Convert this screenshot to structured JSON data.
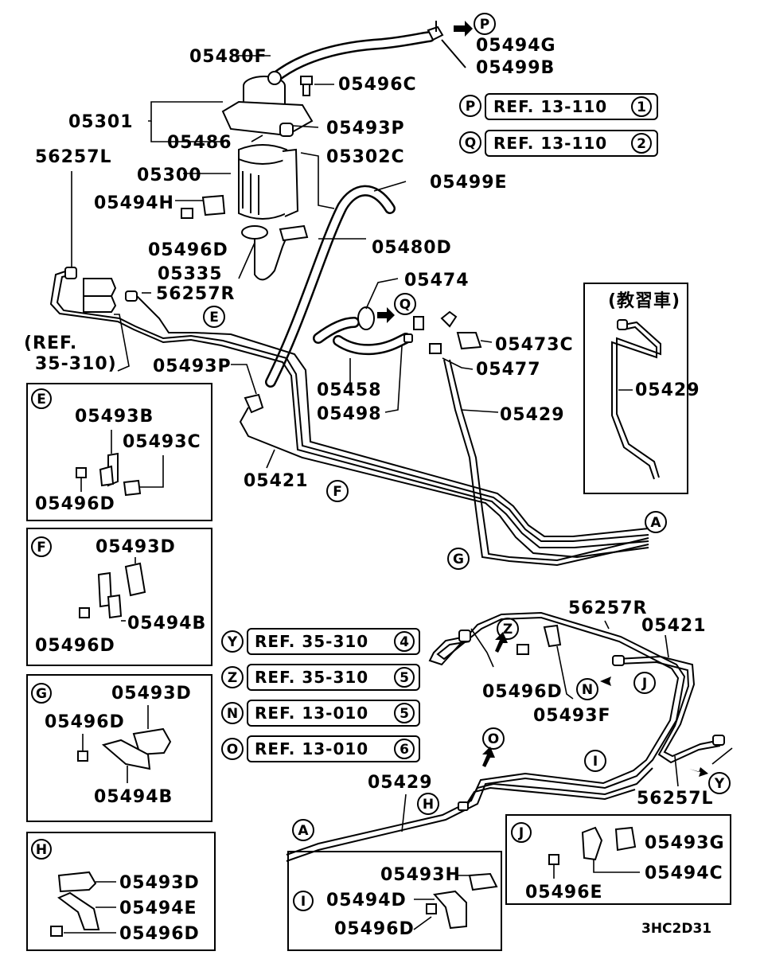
{
  "labels": {
    "p05480F": "05480F",
    "p05494G": "05494G",
    "p05499B": "05499B",
    "p05496C": "05496C",
    "p05301": "05301",
    "p05493P_top": "05493P",
    "p05486": "05486",
    "p05302C": "05302C",
    "p56257L_top": "56257L",
    "p05300": "05300",
    "p05499E": "05499E",
    "p05494H": "05494H",
    "p05496D_top": "05496D",
    "p05480D": "05480D",
    "p05335": "05335",
    "p56257R_top": "56257R",
    "p05474": "05474",
    "p05473C": "05473C",
    "p05477": "05477",
    "p05493P_mid": "05493P",
    "p05458": "05458",
    "p05498": "05498",
    "p05429_mid": "05429",
    "p05421_mid": "05421",
    "p05429_inset": "05429",
    "inset_title": "(教習車)",
    "ref_note_1": "(REF.",
    "ref_note_2": "35-310)",
    "p56257R_low": "56257R",
    "p05421_low": "05421",
    "p05496D_low": "05496D",
    "p05493F": "05493F",
    "p05429_low": "05429",
    "p56257L_low": "56257L",
    "code": "3HC2D31"
  },
  "circles": {
    "P": "P",
    "Q": "Q",
    "E": "E",
    "F": "F",
    "G": "G",
    "A": "A",
    "Y": "Y",
    "Z": "Z",
    "N": "N",
    "O": "O",
    "J": "J",
    "I": "I",
    "H": "H"
  },
  "refs": [
    {
      "key": "P",
      "text": "REF. 13-110",
      "num": "1"
    },
    {
      "key": "Q",
      "text": "REF. 13-110",
      "num": "2"
    },
    {
      "key": "Y",
      "text": "REF. 35-310",
      "num": "4"
    },
    {
      "key": "Z",
      "text": "REF. 35-310",
      "num": "5"
    },
    {
      "key": "N",
      "text": "REF. 13-010",
      "num": "5"
    },
    {
      "key": "O",
      "text": "REF. 13-010",
      "num": "6"
    }
  ],
  "detail_boxes": {
    "E": {
      "letter": "E",
      "parts": [
        "05493B",
        "05493C",
        "05496D"
      ]
    },
    "F": {
      "letter": "F",
      "parts": [
        "05493D",
        "05494B",
        "05496D"
      ]
    },
    "G": {
      "letter": "G",
      "parts": [
        "05493D",
        "05496D",
        "05494B"
      ]
    },
    "H": {
      "letter": "H",
      "parts": [
        "05493D",
        "05494E",
        "05496D"
      ]
    },
    "I": {
      "letter": "I",
      "parts": [
        "05493H",
        "05494D",
        "05496D"
      ]
    },
    "J": {
      "letter": "J",
      "parts": [
        "05493G",
        "05494C",
        "05496E"
      ]
    }
  }
}
